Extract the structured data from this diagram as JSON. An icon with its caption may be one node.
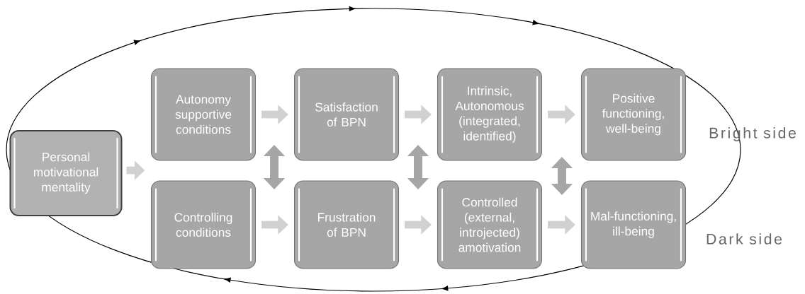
{
  "diagram": {
    "nodes": [
      {
        "text": [
          "Personal motivational mentality"
        ]
      },
      {
        "text": [
          "Autonomy supportive conditions"
        ]
      },
      {
        "text": [
          "Satisfaction of BPN"
        ]
      },
      {
        "text": [
          "Intrinsic, Autonomous (integrated, identified)"
        ]
      },
      {
        "text": [
          "Positive functioning, well-being"
        ]
      },
      {
        "text": [
          "Controlling conditions"
        ]
      },
      {
        "text": [
          "Frustration of BPN"
        ]
      },
      {
        "text": [
          "Controlled (external, introjected) amotivation"
        ]
      },
      {
        "text": [
          "Mal-functioning, ill-being"
        ]
      }
    ],
    "edges": [
      {
        "from": 0,
        "to": null,
        "arrow": "to"
      },
      {
        "from": 1,
        "to": 2,
        "arrow": "to"
      },
      {
        "from": 2,
        "to": 3,
        "arrow": "to"
      },
      {
        "from": 3,
        "to": 4,
        "arrow": "to"
      },
      {
        "from": 5,
        "to": 6,
        "arrow": "to"
      },
      {
        "from": 6,
        "to": 7,
        "arrow": "to"
      },
      {
        "from": 7,
        "to": 8,
        "arrow": "to"
      }
    ],
    "labels": [
      "Bright side",
      "Dark side"
    ]
  }
}
